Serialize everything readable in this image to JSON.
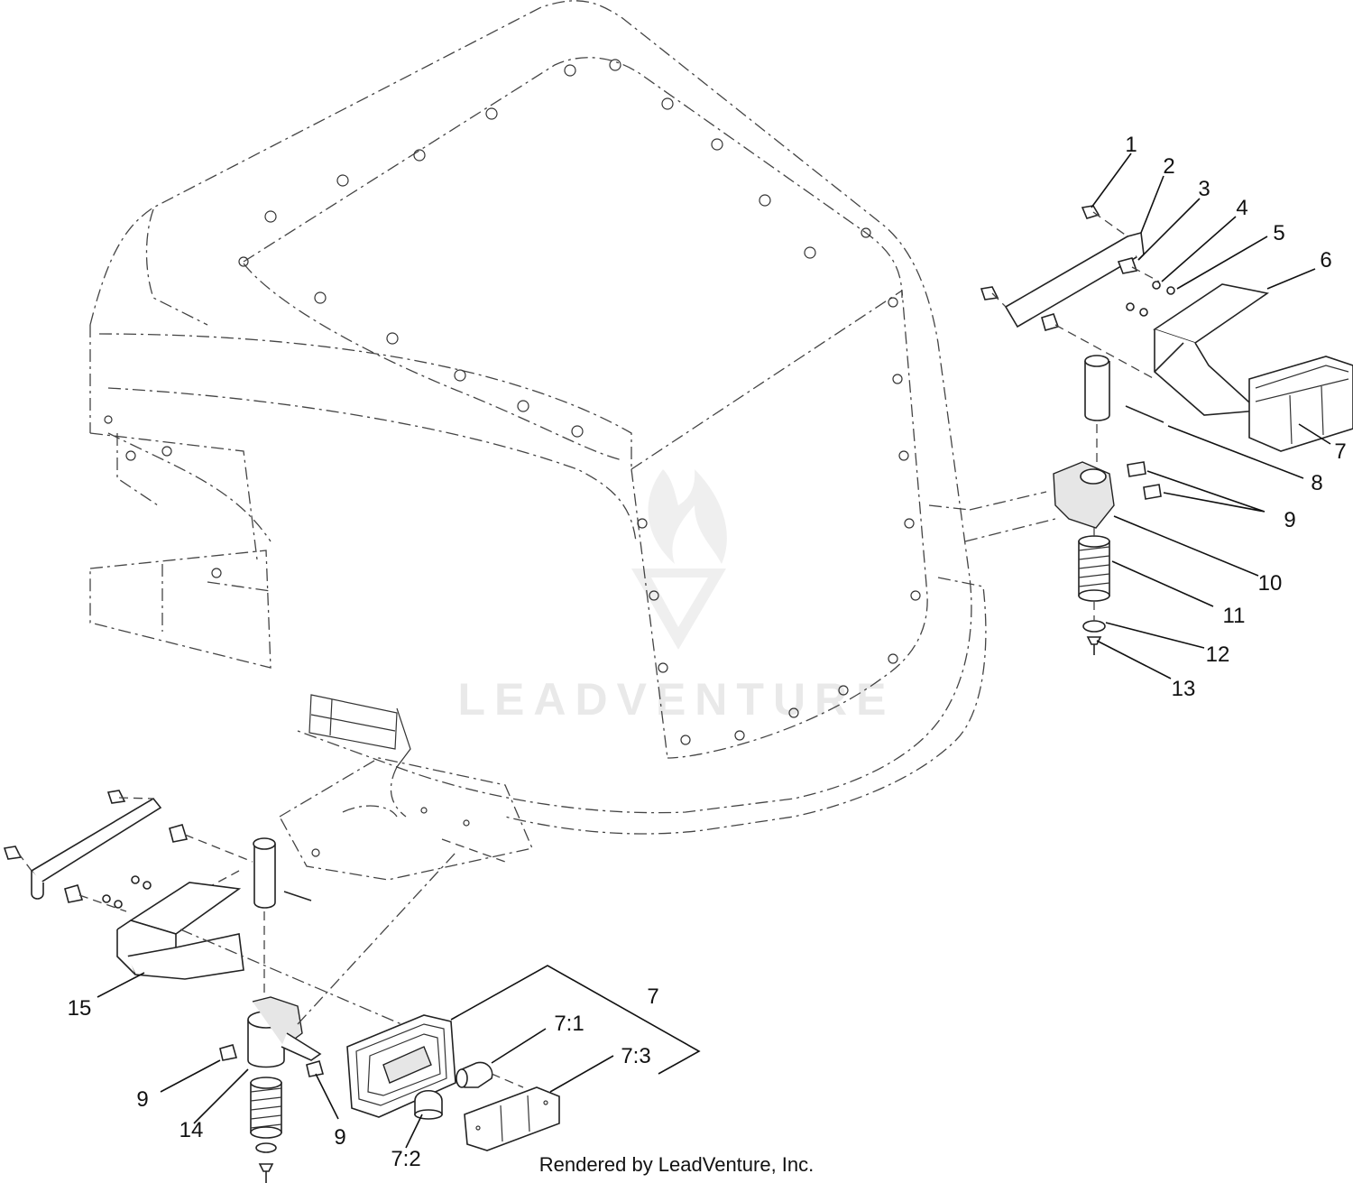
{
  "watermark": {
    "text": "LEADVENTURE"
  },
  "footer": {
    "text": "Rendered by LeadVenture, Inc."
  },
  "callouts": {
    "c1": "1",
    "c2": "2",
    "c3": "3",
    "c4": "4",
    "c5": "5",
    "c6": "6",
    "c7_right": "7",
    "c8": "8",
    "c9_right": "9",
    "c10": "10",
    "c11": "11",
    "c12": "12",
    "c13": "13",
    "c15": "15",
    "c7_group": "7",
    "c7_1": "7:1",
    "c7_3": "7:3",
    "c7_2": "7:2",
    "c9_left_a": "9",
    "c9_left_b": "9",
    "c14": "14"
  },
  "colors": {
    "line": "#222222",
    "watermark": "#e9e9e9",
    "background": "#ffffff"
  }
}
